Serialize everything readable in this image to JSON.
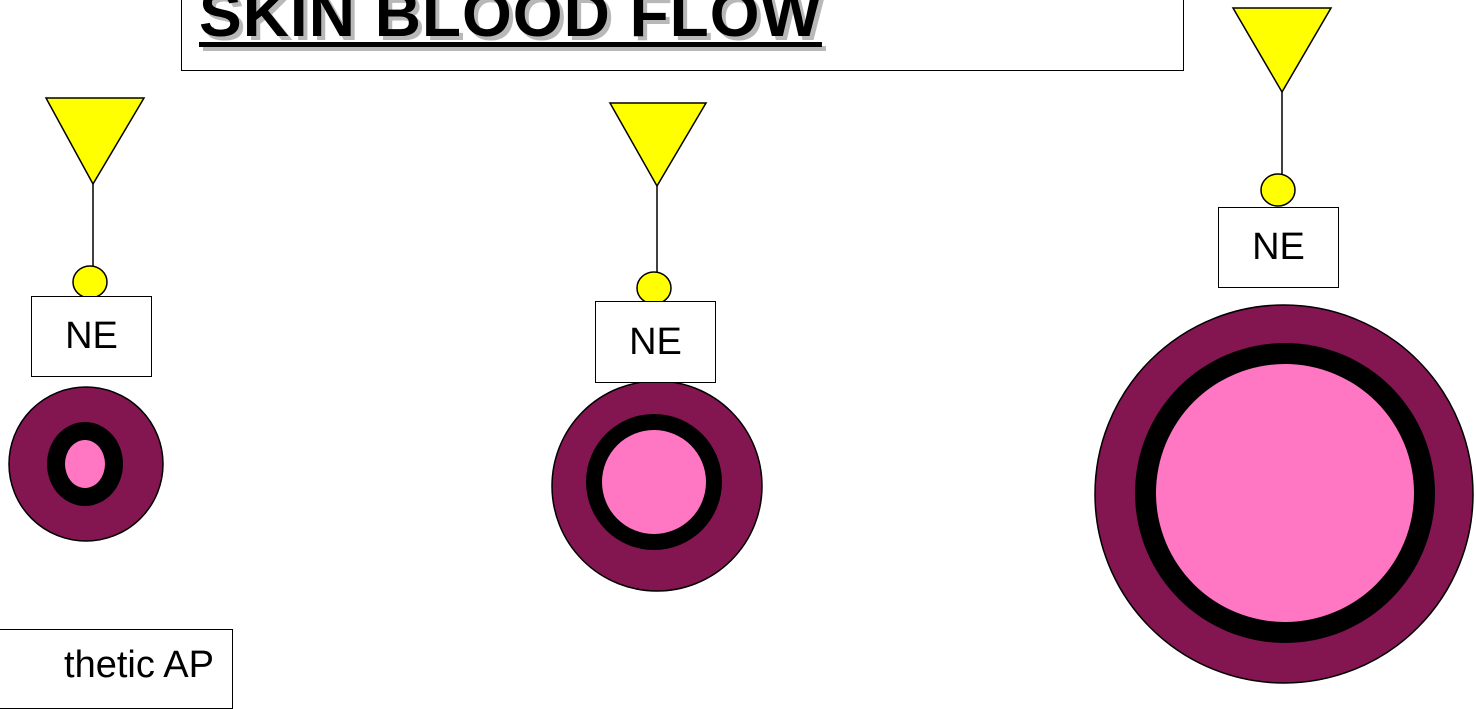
{
  "title": "SKIN BLOOD FLOW",
  "label_box_text": "thetic AP",
  "vessels": [
    {
      "label": "NE"
    },
    {
      "label": "NE"
    },
    {
      "label": "NE"
    }
  ],
  "colors": {
    "terminal": "#ffff00",
    "vessel_wall": "#831650",
    "lumen": "#ff77c3",
    "ring": "#000000"
  }
}
